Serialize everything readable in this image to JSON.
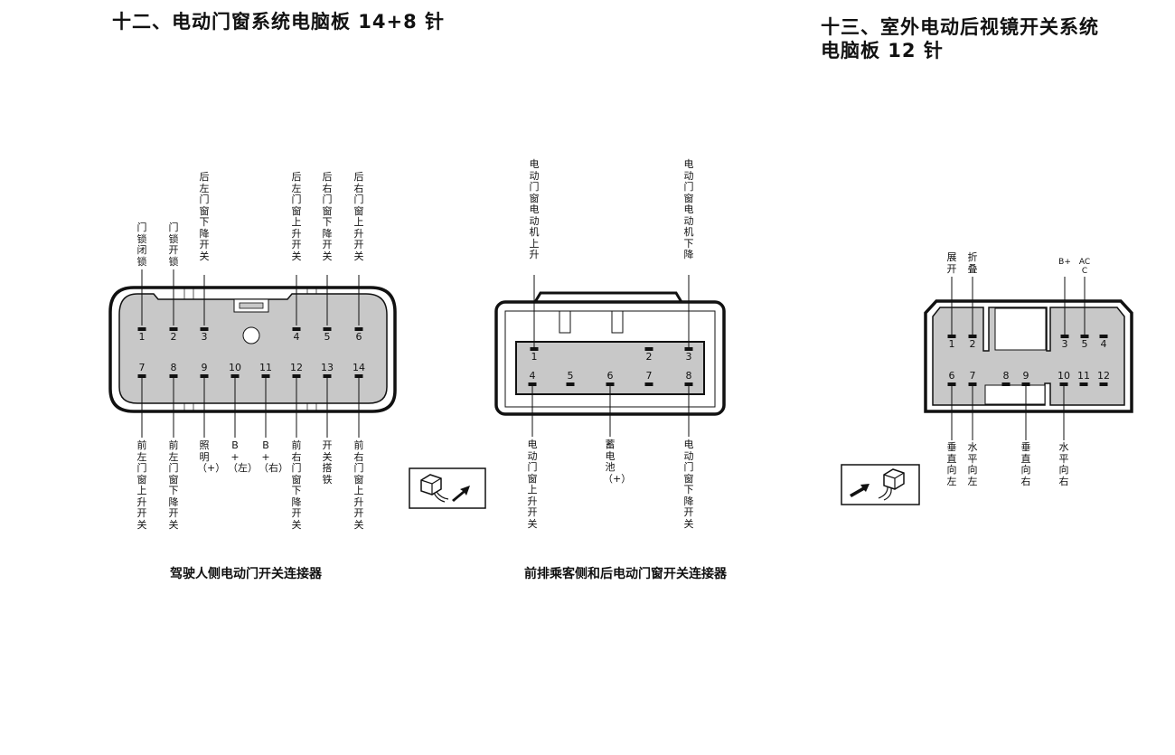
{
  "headings": {
    "section12": "十二、电动门窗系统电脑板 14+8 针",
    "section13_line1": "十三、室外电动后视镜开关系统",
    "section13_line2": "电脑板 12 针"
  },
  "connector_driver": {
    "caption": "驾驶人侧电动门开关连接器",
    "top_pins": [
      {
        "num": "1",
        "label": "门锁闭锁"
      },
      {
        "num": "2",
        "label": "门锁开锁"
      },
      {
        "num": "3",
        "label": "后左门窗下降开关"
      },
      {
        "num": "4",
        "label": "后左门窗上升开关"
      },
      {
        "num": "5",
        "label": "后右门窗下降开关"
      },
      {
        "num": "6",
        "label": "后右门窗上升开关"
      }
    ],
    "bottom_pins": [
      {
        "num": "7",
        "label": "前左门窗上升开关"
      },
      {
        "num": "8",
        "label": "前左门窗下降开关"
      },
      {
        "num": "9",
        "label": "照明（+）"
      },
      {
        "num": "10",
        "label": "B+（左）"
      },
      {
        "num": "11",
        "label": "B+（右）"
      },
      {
        "num": "12",
        "label": "前右门窗下降开关"
      },
      {
        "num": "13",
        "label": "开关搭铁"
      },
      {
        "num": "14",
        "label": "前右门窗上升开关"
      }
    ]
  },
  "connector_passenger": {
    "caption": "前排乘客侧和后电动门窗开关连接器",
    "top_labels": [
      {
        "label": "电动门窗电动机上升"
      },
      {
        "label": "电动门窗电动机下降"
      }
    ],
    "row1_nums": [
      "1",
      "2",
      "3"
    ],
    "row2_nums": [
      "4",
      "5",
      "6",
      "7",
      "8"
    ],
    "bottom_labels": [
      {
        "label": "电动门窗上升开关"
      },
      {
        "label": "蓄电池（+）"
      },
      {
        "label": "电动门窗下降开关"
      }
    ]
  },
  "connector_mirror": {
    "top_labels": [
      {
        "label": "展开"
      },
      {
        "label": "折叠"
      },
      {
        "label": "B+"
      },
      {
        "label": "ACC"
      }
    ],
    "row1_nums": [
      "1",
      "2",
      "3",
      "5",
      "4"
    ],
    "row2_nums": [
      "6",
      "7",
      "8",
      "9",
      "10",
      "11",
      "12"
    ],
    "bottom_labels": [
      {
        "label": "垂直向左"
      },
      {
        "label": "水平向左"
      },
      {
        "label": "垂直向右"
      },
      {
        "label": "水平向右"
      }
    ]
  },
  "icons": {
    "view_icon_1": "connector-view-icon",
    "view_icon_2": "connector-view-icon"
  }
}
